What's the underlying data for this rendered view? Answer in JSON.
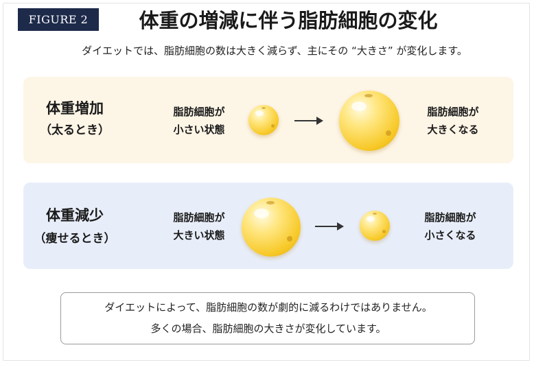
{
  "figure_label": "FIGURE 2",
  "title": "体重の増減に伴う脂肪細胞の変化",
  "subtitle": "ダイエットでは、脂肪細胞の数は大きく減らず、主にその “大きさ” が変化します。",
  "rows": [
    {
      "title": "体重増加",
      "sub": "（太るとき）",
      "before_line1": "脂肪細胞が",
      "before_line2": "小さい状態",
      "after_line1": "脂肪細胞が",
      "after_line2": "大きくなる"
    },
    {
      "title": "体重減少",
      "sub": "（痩せるとき）",
      "before_line1": "脂肪細胞が",
      "before_line2": "大きい状態",
      "after_line1": "脂肪細胞が",
      "after_line2": "小さくなる"
    }
  ],
  "note": {
    "line1": "ダイエットによって、脂肪細胞の数が劇的に減るわけではありません。",
    "line2": "多くの場合、脂肪細胞の大きさが変化しています。"
  },
  "colors": {
    "badge": "#1d2a4a",
    "gain_panel": "#fdf5e6",
    "loss_panel": "#e8eef9",
    "cell": "#f7c928",
    "arrow": "#333333"
  },
  "icons": [
    "fat-cell-icon",
    "arrow-right-icon"
  ]
}
